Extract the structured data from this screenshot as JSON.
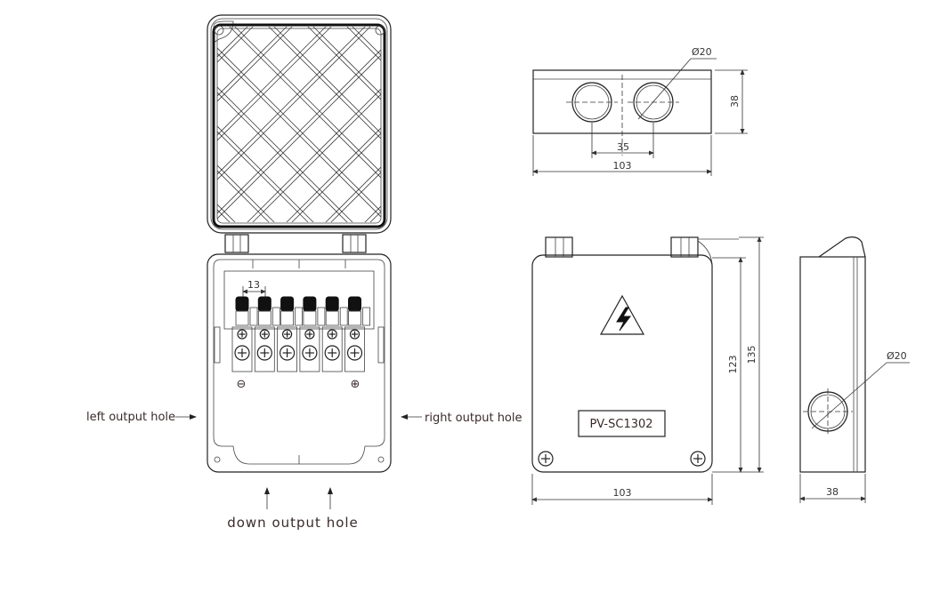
{
  "labels": {
    "left_output_hole": "left output hole",
    "right_output_hole": "right output hole",
    "down_output_hole": "down output hole",
    "terminal_spacing": "13",
    "minus_symbol": "⊖",
    "plus_symbol": "⊕"
  },
  "top_view": {
    "hole_diameter": "Ø20",
    "height": "38",
    "hole_spacing": "35",
    "width": "103"
  },
  "front_view": {
    "model_label": "PV-SC1302",
    "inner_height": "123",
    "outer_height": "135",
    "width": "103"
  },
  "side_view": {
    "hole_diameter": "Ø20",
    "depth": "38"
  },
  "colors": {
    "line": "#222222",
    "label_text": "#3a2a2a"
  }
}
